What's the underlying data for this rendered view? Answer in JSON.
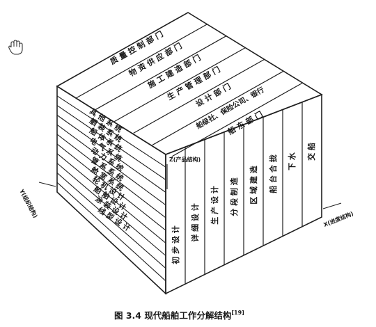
{
  "top_face_labels": [
    "质 量 控 制 部 门",
    "物 资 供 应 部 门",
    "施 工 建 造 部 门",
    "生 产 管 理 部 门",
    "设  计  部  门",
    "船级社、保险公司、银行",
    "船 东 部 门"
  ],
  "front_face_labels": [
    "初 步 设 计",
    "详 细 设 计",
    "生 产 设 计",
    "分 段 制 造",
    "区 域 建 造",
    "船 台 合 拢",
    "下  水",
    "交  船"
  ],
  "left_face_labels": [
    "其 他 系 统",
    "舾 装 系 统",
    "船 体 系 统",
    "电 气 系 统",
    "动 力 系 统",
    "管 系 系 统",
    "舱 室 系 统",
    "轮 机 设 计",
    "船 舶 设 计",
    "涂 装 设 计",
    "线 型 设 计"
  ],
  "axes": {
    "z": "Z(产品结构)",
    "y": "Y(组织结构)",
    "x": "X(进度结构)"
  },
  "caption": {
    "text": "图 3.4   现代船舶工作分解结构",
    "ref": "[19]"
  },
  "colors": {
    "line": "#1f1f1f",
    "text": "#1a1a1a",
    "background": "#ffffff"
  },
  "icons": {
    "cursor": "hand-cursor-icon"
  }
}
